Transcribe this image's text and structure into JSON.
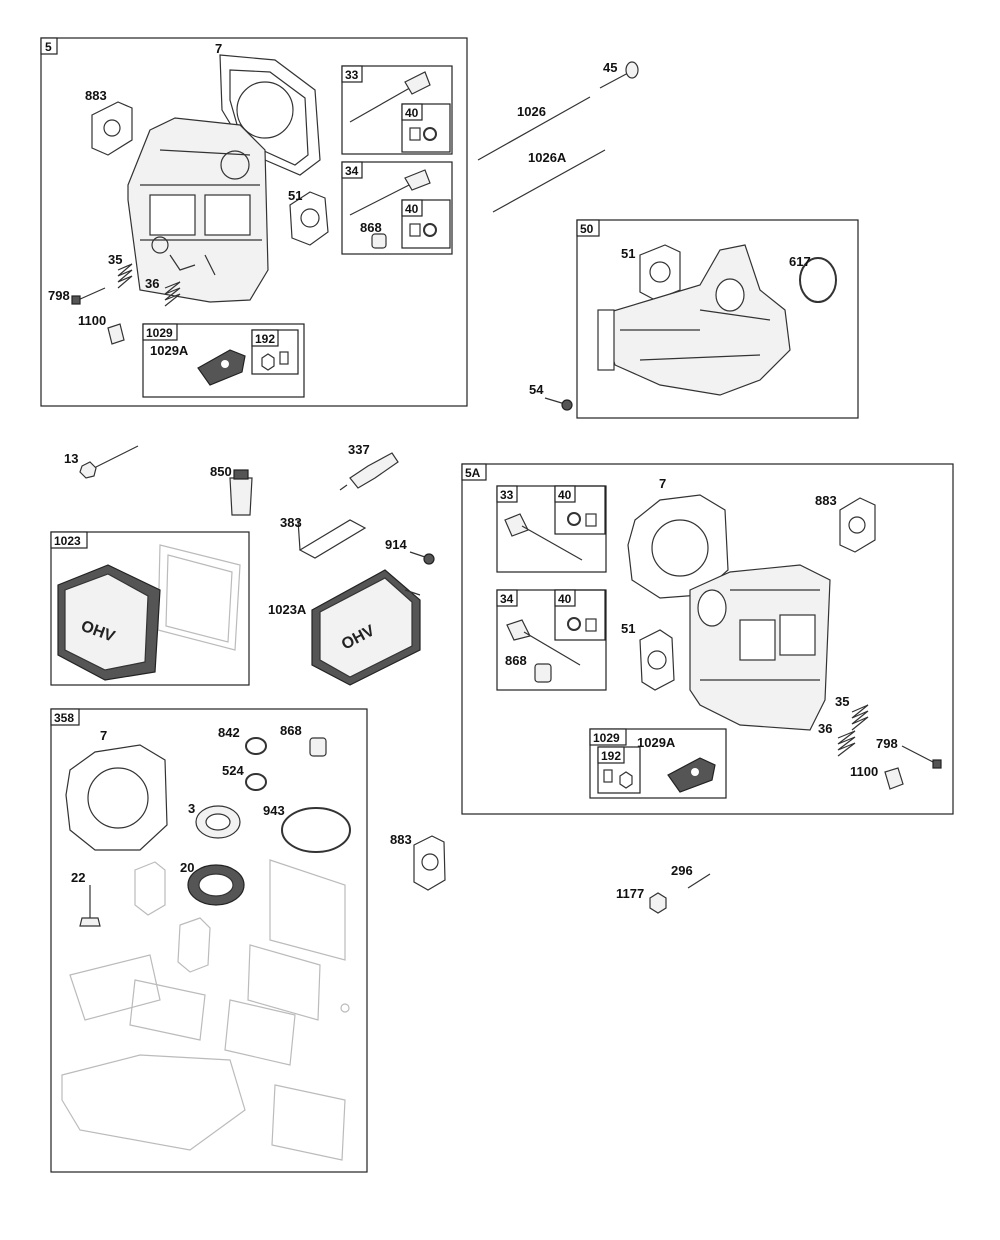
{
  "groups": {
    "g5": "5",
    "g5a": "5A",
    "g50": "50",
    "g358": "358",
    "g1023": "1023",
    "g1029_top": "1029",
    "g1029_bottom": "1029",
    "g192_top": "192",
    "g192_bottom": "192",
    "g33_top": "33",
    "g33_bottom": "33",
    "g34_top": "34",
    "g34_bottom": "34",
    "g40_a": "40",
    "g40_b": "40",
    "g40_c": "40",
    "g40_d": "40"
  },
  "labels": {
    "p7_top": "7",
    "p883_top": "883",
    "p51_top": "51",
    "p868_top": "868",
    "p35_top": "35",
    "p36_top": "36",
    "p798_top": "798",
    "p1100_top": "1100",
    "p1029a_top": "1029A",
    "p45": "45",
    "p1026": "1026",
    "p1026a": "1026A",
    "p51_50": "51",
    "p617": "617",
    "p54": "54",
    "p13": "13",
    "p850": "850",
    "p337": "337",
    "p383": "383",
    "p914": "914",
    "p1023a": "1023A",
    "p7_5a": "7",
    "p883_5a": "883",
    "p51_5a": "51",
    "p868_5a": "868",
    "p35_5a": "35",
    "p36_5a": "36",
    "p798_5a": "798",
    "p1100_5a": "1100",
    "p1029a_5a": "1029A",
    "p7_358": "7",
    "p842": "842",
    "p868_358": "868",
    "p524": "524",
    "p3": "3",
    "p943": "943",
    "p20": "20",
    "p22": "22",
    "p883_loose": "883",
    "p296": "296",
    "p1177": "1177"
  },
  "icons": {
    "valve_cover_text": "OHV"
  }
}
